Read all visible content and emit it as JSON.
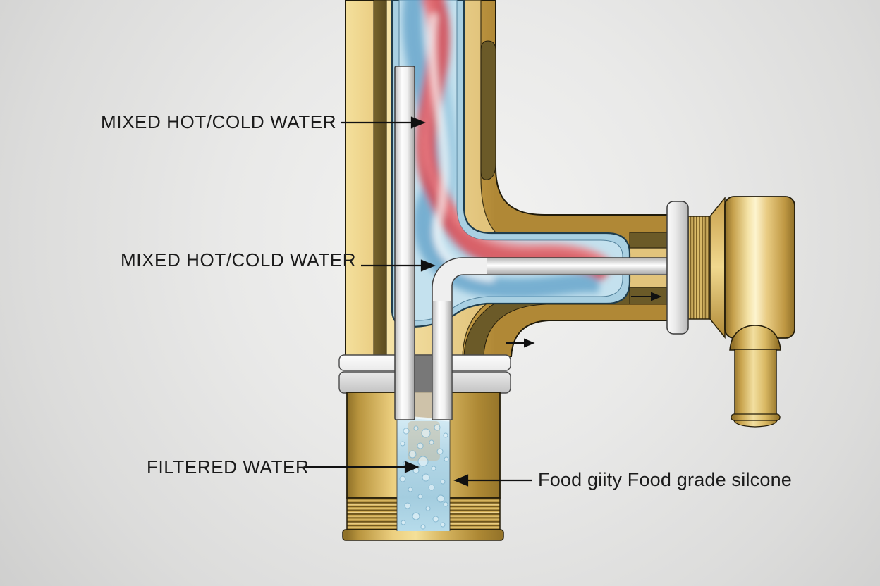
{
  "diagram": {
    "labels": {
      "mixed_hot_cold_top": "MIXED HOT/COLD WATER",
      "mixed_hot_cold_mid": "MIXED HOT/COLD WATER",
      "filtered_water": "FILTERED WATER",
      "food_grade_silicone": "Food giity Food grade silcone"
    },
    "arrows": {
      "leader_mixed_top": "right",
      "leader_mixed_mid": "right",
      "leader_filtered": "right",
      "leader_silicone": "left",
      "flow_arrow_upper": "right",
      "flow_arrow_lower": "right"
    },
    "colors": {
      "background": "#e9e9e8",
      "brass_light": "#f4e09c",
      "brass_mid": "#d4ab55",
      "brass_dark": "#9c7a2e",
      "bronze_sleeve": "#6b5a28",
      "inner_brass": "#eed897",
      "chamber_wall_blue": "#a9d0e2",
      "chamber_fill_blue": "#c4e1ee",
      "hot_swirl_red": "#dd4149",
      "cold_swirl_blue": "#5d9fc7",
      "filtered_water_blue": "#b2d6e6",
      "tube_white": "#f0f0f0",
      "collar_white": "#ededed",
      "label_text": "#1b1b1b"
    }
  }
}
